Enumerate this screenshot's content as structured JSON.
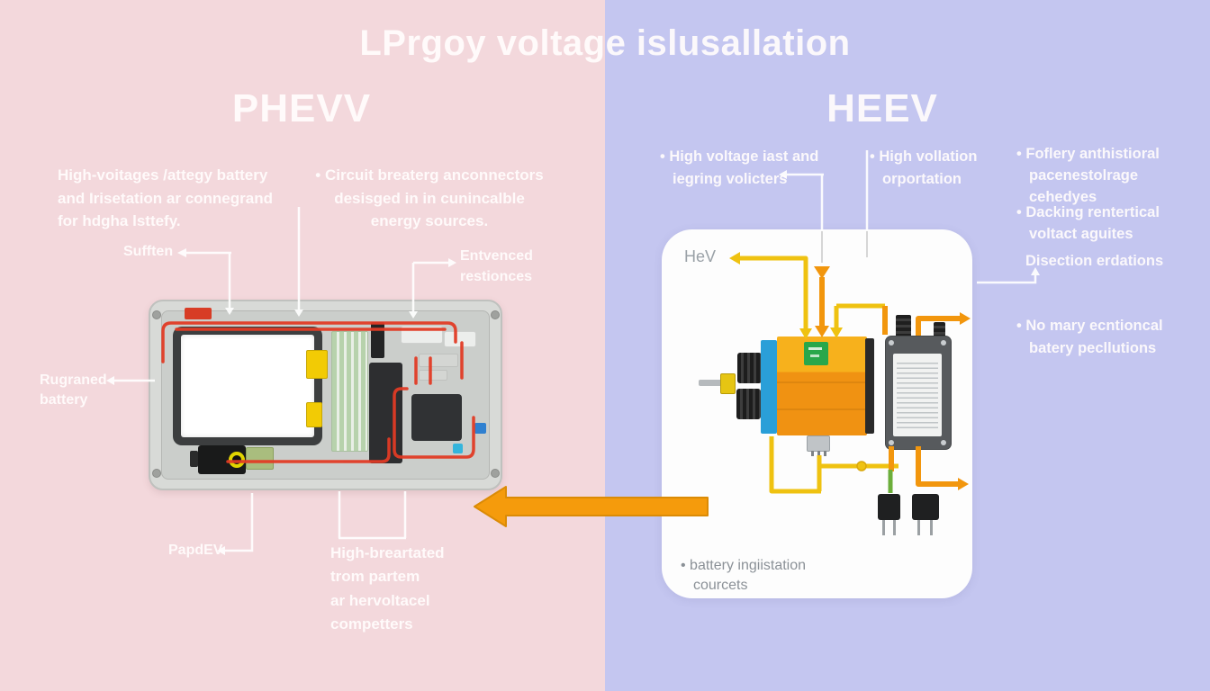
{
  "title": "LPrgoy voltage islusallation",
  "left": {
    "heading": "PHEVV",
    "note_battery": "High-voitages /attegy battery\nand Irisetation ar connegrand\nfor hdgha lsttefy.",
    "note_circuit": "• Circuit breaterg anconnectors\ndesisged in in cunincalble\nenergy sources.",
    "label_sufften": "Sufften",
    "label_entvenced": "Entvenced\nrestionces",
    "label_rugraned": "Rugraned\nbattery",
    "label_papdev": "PapdEV",
    "note_high_breartated": "High-breartated\ntrom partem\nar hervoltacel\ncompetters"
  },
  "right": {
    "heading": "HEEV",
    "bullet_voltage": "• High voltage iast and\niegring volicters",
    "bullet_vollation": "• High vollation\norportation",
    "bullet_foflery": "• Foflery anthistioral\npacenestolrage\ncehedyes",
    "bullet_dacking": "• Dacking rentertical\nvoltact aguites",
    "label_disection": "Disection erdations",
    "bullet_no_mary": "• No mary ecntioncal\nbatery pecllutions",
    "card": {
      "label_hev": "HeV",
      "bullet_battery": "• battery ingiistation\ncourcets"
    }
  },
  "colors": {
    "left_bg": "#f3d8dc",
    "right_bg": "#c4c6f0",
    "card_bg": "#fdfdfd",
    "accent_orange": "#F2960D",
    "accent_yellow": "#EFC211",
    "wire_red": "#E23B25",
    "wire_green": "#6CAE3B"
  }
}
